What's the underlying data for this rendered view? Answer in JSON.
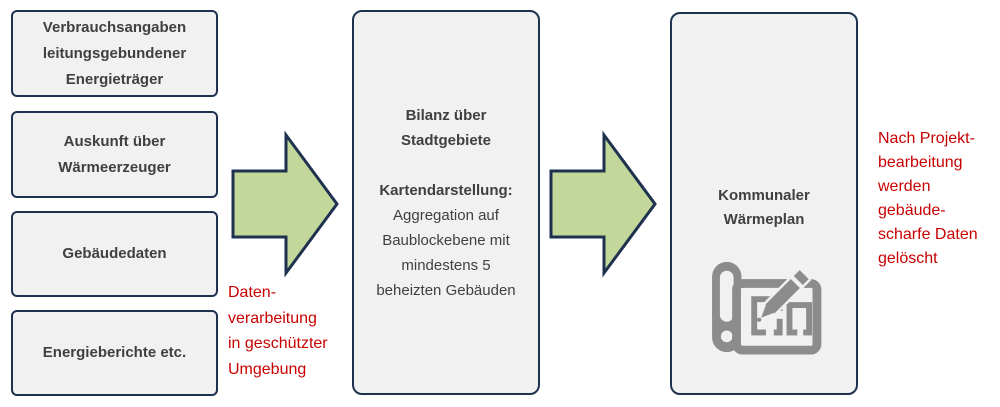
{
  "colors": {
    "border": "#1e3250",
    "box_fill": "#f1f1f1",
    "arrow_fill": "#c4d79b",
    "box_text": "#404040",
    "note_red": "#c90000",
    "icon_gray": "#8c8c8c"
  },
  "source_boxes": [
    {
      "label": "Verbrauchsangaben\nleitungsgebundener\nEnergieträger"
    },
    {
      "label": "Auskunft über\nWärmeerzeuger"
    },
    {
      "label": "Gebäudedaten"
    },
    {
      "label": "Energieberichte etc."
    }
  ],
  "process_box": {
    "title": "Bilanz über\nStadtgebiete",
    "subtitle": "Kartendarstellung:",
    "body": "Aggregation auf\nBaublockebene mit\nmindestens 5\nbeheizten Gebäuden"
  },
  "result_box": {
    "title": "Kommunaler\nWärmeplan",
    "icon": "blueprint-pencil-icon"
  },
  "notes": {
    "left": "Daten-\nverarbeitung\nin geschützter\nUmgebung",
    "right": "Nach Projekt-\nbearbeitung\nwerden\ngebäude-\nscharfe Daten\ngelöscht"
  }
}
